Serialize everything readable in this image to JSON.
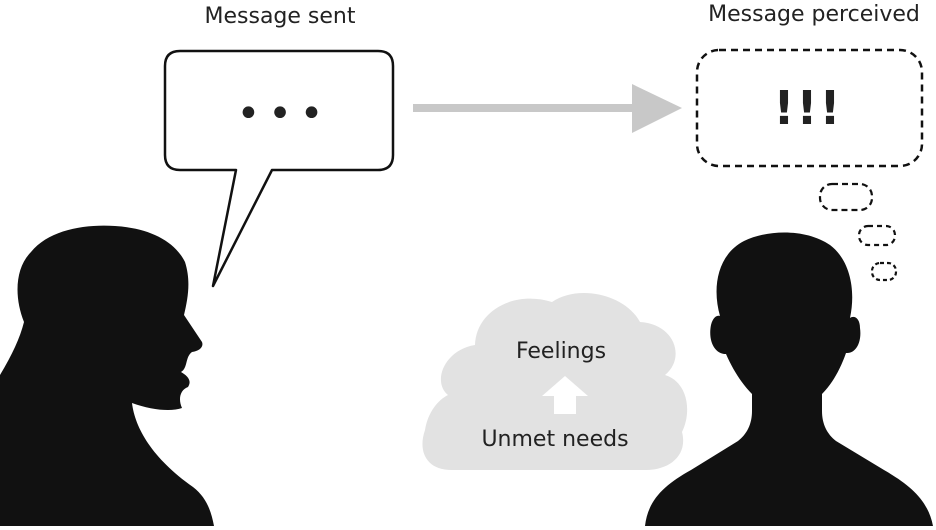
{
  "labels": {
    "message_sent": "Message sent",
    "message_perceived": "Message perceived"
  },
  "speech_bubble": {
    "content": "•••"
  },
  "thought_bubble": {
    "content": "!!!"
  },
  "cloud": {
    "top_label": "Feelings",
    "bottom_label": "Unmet needs"
  },
  "colors": {
    "silhouette": "#111111",
    "arrow": "#c8c8c8",
    "cloud": "#e2e2e2"
  },
  "icons": [
    "speech-bubble-icon",
    "thought-bubble-icon",
    "right-arrow-icon",
    "up-arrow-icon",
    "cloud-icon",
    "speaker-silhouette",
    "listener-silhouette"
  ]
}
